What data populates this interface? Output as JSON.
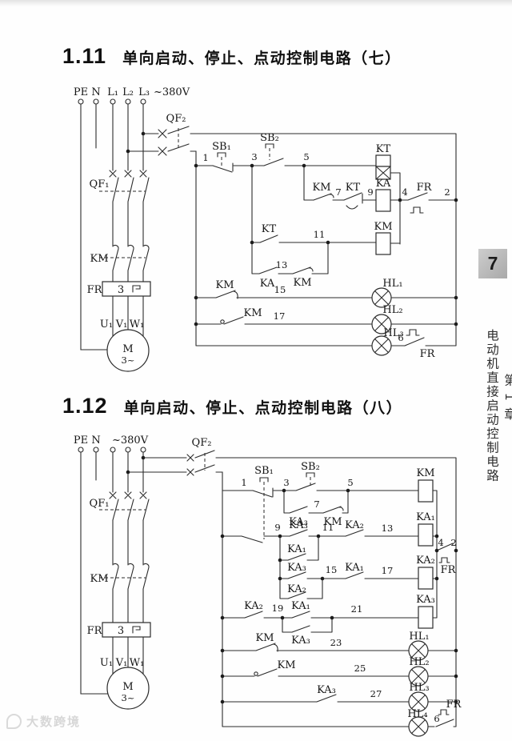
{
  "page": {
    "watermark": "大数跨境",
    "sidebar": {
      "page_number": "7",
      "chapter": "第1章",
      "chapter_title": "电动机直接启动控制电路"
    }
  },
  "sections": [
    {
      "number": "1.11",
      "title": "单向启动、停止、点动控制电路（七）"
    },
    {
      "number": "1.12",
      "title": "单向启动、停止、点动控制电路（八）"
    }
  ],
  "labels": {
    "pe": "PE",
    "n": "N",
    "l1": "L₁",
    "l2": "L₂",
    "l3": "L₃",
    "v380": "~380V",
    "qf1": "QF₁",
    "qf2": "QF₂",
    "sb1": "SB₁",
    "sb2": "SB₂",
    "kt": "KT",
    "ka": "KA",
    "km": "KM",
    "ka1": "KA₁",
    "ka2": "KA₂",
    "ka3": "KA₃",
    "fr": "FR",
    "fr_num": "3",
    "u1": "U₁",
    "v1": "V₁",
    "w1": "W₁",
    "m": "M",
    "m3": "3~",
    "hl1": "HL₁",
    "hl2": "HL₂",
    "hl3": "HL₃",
    "hl4": "HL₄"
  },
  "nodes": {
    "1": "1",
    "2": "2",
    "3": "3",
    "4": "4",
    "5": "5",
    "6": "6",
    "7": "7",
    "9": "9",
    "11": "11",
    "13": "13",
    "15": "15",
    "17": "17",
    "19": "19",
    "21": "21",
    "23": "23",
    "25": "25",
    "27": "27"
  }
}
